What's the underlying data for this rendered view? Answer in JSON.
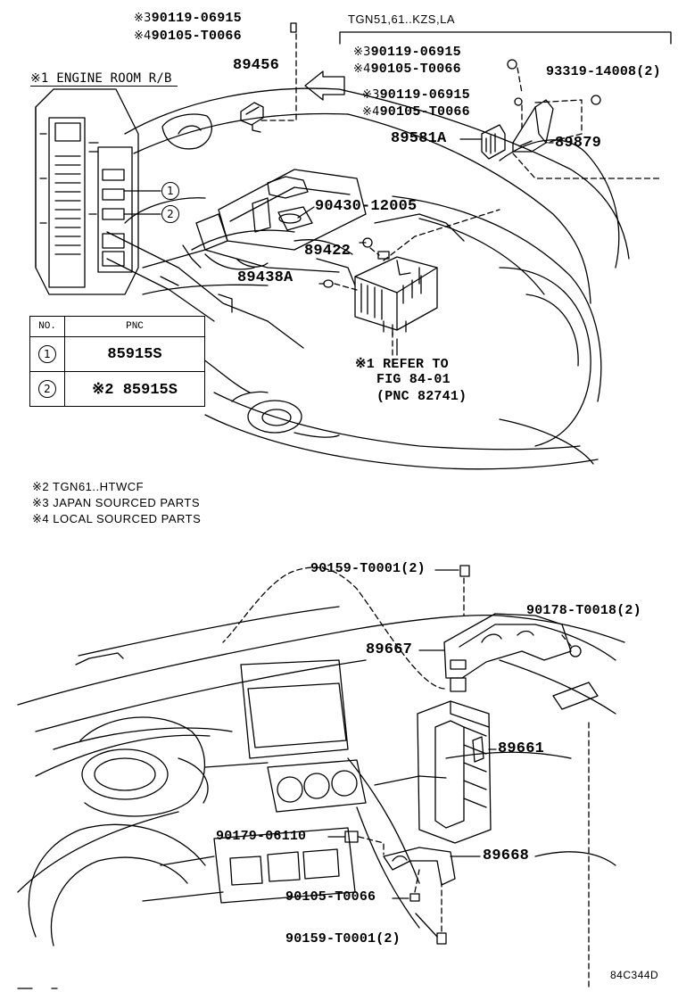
{
  "variant_header": "TGN51,61..KZS,LA",
  "engine_room_rb": "※1 ENGINE ROOM R/B",
  "marks": {
    "m1": "※1",
    "m2": "※2",
    "m3": "※3",
    "m4": "※4"
  },
  "callouts": {
    "c1": "1",
    "c2": "2"
  },
  "parts": {
    "p90119_a": "90119-06915",
    "p90105_a": "90105-T0066",
    "p89456": "89456",
    "p90119_b": "90119-06915",
    "p90105_b": "90105-T0066",
    "p93319": "93319-14008(2)",
    "p90119_c": "90119-06915",
    "p90105_c": "90105-T0066",
    "p89581a": "89581A",
    "p89879": "89879",
    "p90430": "90430-12005",
    "p89422": "89422",
    "p89438a": "89438A",
    "p90159_top": "90159-T0001(2)",
    "p90178": "90178-T0018(2)",
    "p89667": "89667",
    "p89661": "89661",
    "p90179": "90179-06110",
    "p89668": "89668",
    "p90105_d": "90105-T0066",
    "p90159_bot": "90159-T0001(2)"
  },
  "refer": {
    "line1": "※1 REFER TO",
    "line2": "FIG 84-01",
    "line3": "(PNC 82741)"
  },
  "table": {
    "headers": [
      "NO.",
      "PNC"
    ],
    "rows": [
      {
        "no": "1",
        "pnc": "85915S"
      },
      {
        "no": "2",
        "pnc": "※2 85915S"
      }
    ]
  },
  "notes": [
    "※2 TGN61..HTWCF",
    "※3 JAPAN SOURCED PARTS",
    "※4 LOCAL SOURCED PARTS"
  ],
  "figure_code": "84C344D"
}
